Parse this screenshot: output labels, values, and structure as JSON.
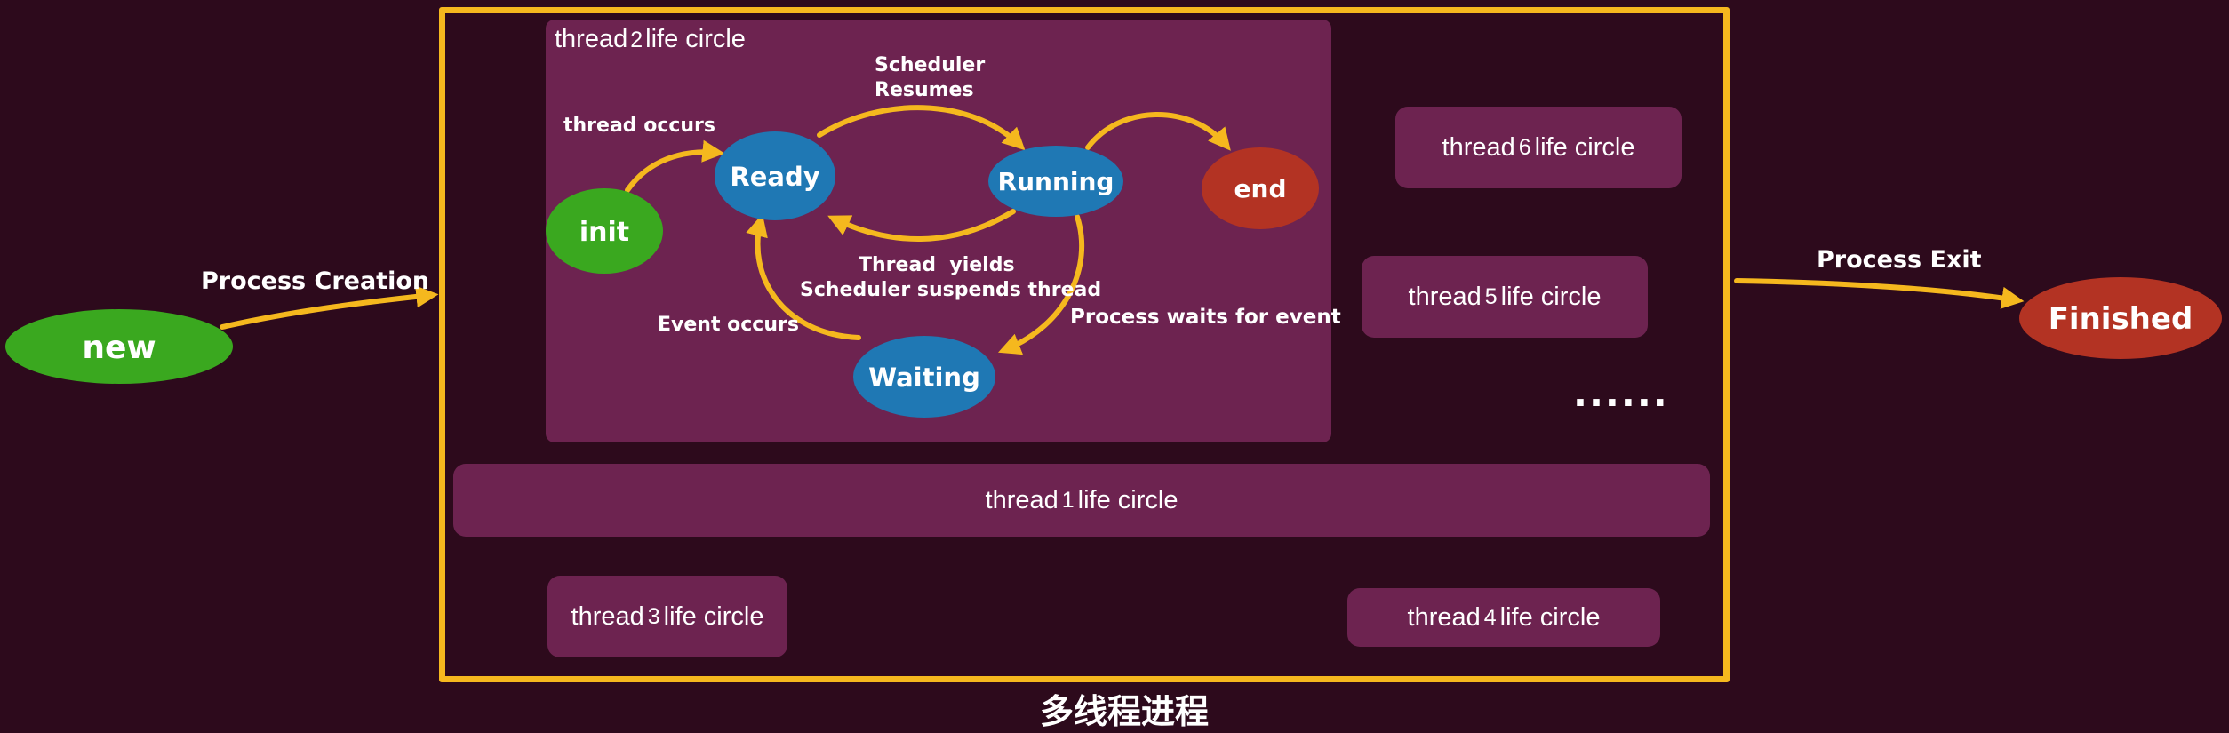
{
  "colors": {
    "background": "#2d0a1c",
    "panel": "#6d2350",
    "arrow": "#f5b81e",
    "green_state": "#3aa81f",
    "blue_state": "#1f78b4",
    "red_state": "#b33323"
  },
  "states": {
    "new": "new",
    "finished": "Finished",
    "init": "init",
    "ready": "Ready",
    "running": "Running",
    "waiting": "Waiting",
    "end": "end"
  },
  "transitions": {
    "process_creation": "Process Creation",
    "process_exit": "Process Exit",
    "thread_occurs": "thread occurs",
    "scheduler_resumes_1": "Scheduler",
    "scheduler_resumes_2": "Resumes",
    "thread_yields": "Thread  yields",
    "scheduler_suspends": "Scheduler suspends thread",
    "event_occurs": "Event occurs",
    "process_waits": "Process waits for event"
  },
  "threads": {
    "t2": {
      "pre": "thread",
      "num": "2",
      "post": "life circle"
    },
    "t1": {
      "pre": "thread",
      "num": "1",
      "post": "life circle"
    },
    "t3": {
      "pre": "thread",
      "num": "3",
      "post": "life circle"
    },
    "t4": {
      "pre": "thread",
      "num": "4",
      "post": "life circle"
    },
    "t5": {
      "pre": "thread",
      "num": "5",
      "post": "life circle"
    },
    "t6": {
      "pre": "thread",
      "num": "6",
      "post": "life circle"
    }
  },
  "ellipsis": "......",
  "process_label": "多线程进程"
}
